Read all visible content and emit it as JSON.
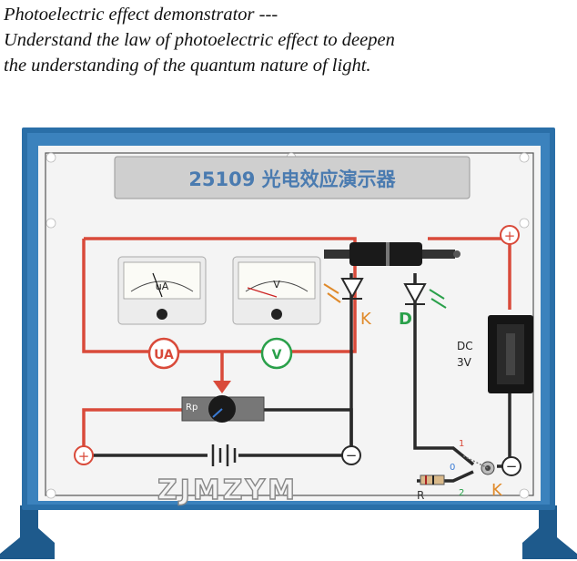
{
  "caption": {
    "line1": "Photoelectric effect demonstrator ---",
    "line2": "Understand the law of photoelectric effect to deepen",
    "line3": "the understanding of the quantum nature of light."
  },
  "panel": {
    "title": "25109  光电效应演示器",
    "brand": "ZJMZYM"
  },
  "meters": {
    "ua_dial": "uA",
    "v_dial": "V",
    "ua_badge": "UA",
    "v_badge": "V"
  },
  "labels": {
    "rp": "Rp",
    "k_top": "K",
    "d": "D",
    "dc": "DC",
    "volts": "3V",
    "r": "R",
    "k_bottom": "K",
    "sw1": "1",
    "sw0": "0",
    "sw2": "2",
    "plus": "+",
    "minus": "−"
  },
  "colors": {
    "frame": "#2a6fa8",
    "wire_red": "#d94a3a",
    "wire_black": "#2a2a2a",
    "green": "#2aa04a",
    "orange": "#e08a2a",
    "panel_bg": "#f4f4f4"
  }
}
